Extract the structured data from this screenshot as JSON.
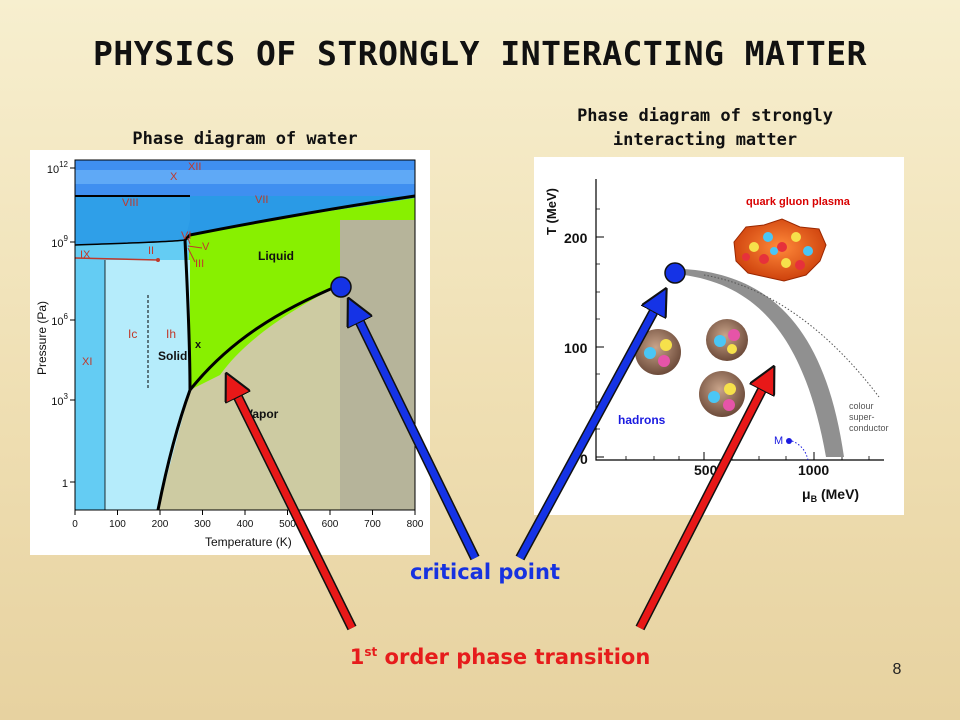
{
  "slide": {
    "title": "PHYSICS OF STRONGLY INTERACTING MATTER",
    "number": "8",
    "labels": {
      "critical_point": "critical point",
      "first_order_pre": "1",
      "first_order_sup": "st",
      "first_order_post": " order phase transition"
    }
  },
  "water_diagram": {
    "caption": "Phase diagram of water",
    "x_axis_label": "Temperature (K)",
    "y_axis_label": "Pressure (Pa)",
    "x_ticks": [
      "0",
      "100",
      "200",
      "300",
      "400",
      "500",
      "600",
      "700",
      "800"
    ],
    "y_ticks": [
      {
        "base": "10",
        "exp": "12"
      },
      {
        "base": "10",
        "exp": "9"
      },
      {
        "base": "10",
        "exp": "6"
      },
      {
        "base": "10",
        "exp": "3"
      },
      {
        "base": "1",
        "exp": ""
      }
    ],
    "regions": {
      "liquid": "Liquid",
      "solid": "Solid",
      "vapor": "Vapor",
      "ice_ic": "Ic",
      "ice_ih": "Ih",
      "ice_xi": "XI",
      "ice_ix": "IX",
      "ice_ii": "II",
      "ice_iii": "III",
      "ice_v": "V",
      "ice_vi": "VI",
      "ice_vii": "VII",
      "ice_viii": "VIII",
      "ice_x": "X",
      "ice_xii": "XII",
      "marker_x": "x"
    },
    "colors": {
      "liquid": "#88f000",
      "vapor": "#cdcba2",
      "ice_light": "#b5ecfb",
      "ice_mid": "#64ccf3",
      "ice_dark": "#2a9ae6",
      "high_pressure": "#3f8ff0",
      "supercritical": "#b6b49a"
    }
  },
  "qcd_diagram": {
    "caption": "Phase diagram of strongly interacting matter",
    "y_axis_label": "T (MeV)",
    "x_axis_label_symbol": "μ",
    "x_axis_label_sub": "B",
    "x_axis_label_unit": " (MeV)",
    "y_ticks": [
      "200",
      "100",
      "0"
    ],
    "x_ticks": [
      "500",
      "1000"
    ],
    "labels": {
      "qgp": "quark gluon plasma",
      "hadrons": "hadrons",
      "csc_line1": "colour",
      "csc_line2": "super-",
      "csc_line3": "conductor",
      "m_point": "M"
    },
    "colors": {
      "qgp": "#d80000",
      "hadrons": "#1a1ae0",
      "transition_band": "#909090"
    }
  },
  "arrows": {
    "critical_color": "#1533e6",
    "transition_color": "#e81818"
  }
}
